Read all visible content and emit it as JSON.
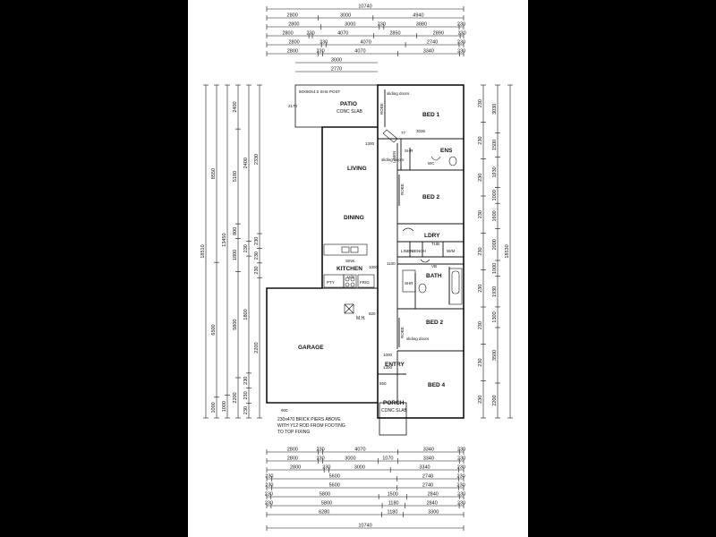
{
  "colors": {
    "background": "#000000",
    "sheet": "#ffffff",
    "ink": "#111111"
  },
  "top_dimensions": {
    "overall": "10740",
    "rows": [
      [
        "2800",
        "3000",
        "4940"
      ],
      [
        "2800",
        "3000",
        "230",
        "3880",
        "230"
      ],
      [
        "2800",
        "230",
        "4070",
        "2850",
        "2890",
        "230"
      ],
      [
        "2800",
        "230",
        "4070",
        "2740",
        "230"
      ],
      [
        "2800",
        "230",
        "4070",
        "3340",
        "230"
      ]
    ],
    "patio": [
      "3000",
      "2770"
    ]
  },
  "bottom_dimensions": {
    "overall": "10740",
    "rows": [
      [
        "2800",
        "230",
        "4070",
        "3340",
        "230"
      ],
      [
        "2800",
        "230",
        "3000",
        "1070",
        "3340",
        "230"
      ],
      [
        "2800",
        "230",
        "3000",
        "3340",
        "230"
      ],
      [
        "230",
        "5600",
        "2740",
        "230"
      ],
      [
        "230",
        "5600",
        "2740",
        "230"
      ],
      [
        "230",
        "5800",
        "1500",
        "2840",
        "230"
      ],
      [
        "230",
        "5800",
        "1180",
        "2840",
        "230"
      ],
      [
        "6280",
        "1180",
        "3300"
      ]
    ]
  },
  "left_dimensions": {
    "col1": [
      "18510"
    ],
    "col2": [
      "8550",
      "6500",
      "1000"
    ],
    "col3": [
      "13450",
      "1000"
    ],
    "col4": [
      "2400",
      "5180",
      "800",
      "1800",
      "5800",
      "2200"
    ],
    "col5": [
      "2400",
      "230",
      "1800",
      "230",
      "230",
      "230"
    ],
    "col6": [
      "2330",
      "230",
      "230",
      "230",
      "2200"
    ]
  },
  "right_dimensions": {
    "col1": [
      "18530"
    ],
    "col2": [
      "3030",
      "1500",
      "1930",
      "1000",
      "1600",
      "2000",
      "1000",
      "1930",
      "1300",
      "3500",
      "2200"
    ],
    "col3": [
      "230",
      "230",
      "230",
      "230",
      "230",
      "230",
      "230",
      "230",
      "230"
    ]
  },
  "rooms": {
    "bed1": "BED 1",
    "ens": "ENS",
    "shr1": "SHR",
    "wc": "WC",
    "linen1": "LINEN",
    "robe1": "ROBE",
    "robe2": "ROBE",
    "bed2a": "BED 2",
    "ldry": "LDRY",
    "linen2": "LINEN",
    "bench": "BENCH",
    "tub": "TUB",
    "wm": "W/M",
    "vb": "VB",
    "bath": "BATH",
    "shr2": "SHR",
    "bed2b": "BED 2",
    "robe3": "ROBE",
    "bed4": "BED 4",
    "entry": "ENTRY",
    "porch": "PORCH",
    "porch_sub": "CONC SLAB",
    "garage": "GARAGE",
    "mh": "M.H.",
    "living": "LIVING",
    "dining": "DINING",
    "kitchen": "KITCHEN",
    "sink": "SINK",
    "uro": "U/O",
    "pty": "PTY",
    "frig": "FRIG",
    "patio": "PATIO",
    "patio_sub": "CONC SLAB",
    "post_note": "90X90X4.0 SHS POST",
    "sliding1": "sliding\ndoors",
    "sliding2": "sliding\ndoors",
    "sliding3": "sliding\ndoors",
    "pier_note_1": "230x470 BRICK PIERS ABOVE",
    "pier_note_2": "WITH Y12 ROD FROM FOOTING",
    "pier_note_3": "TO TOP FIXING"
  },
  "interior_dimensions": [
    "3036",
    "77",
    "1100",
    "1000",
    "1300",
    "1300",
    "2170",
    "900",
    "1000",
    "550",
    "820"
  ]
}
